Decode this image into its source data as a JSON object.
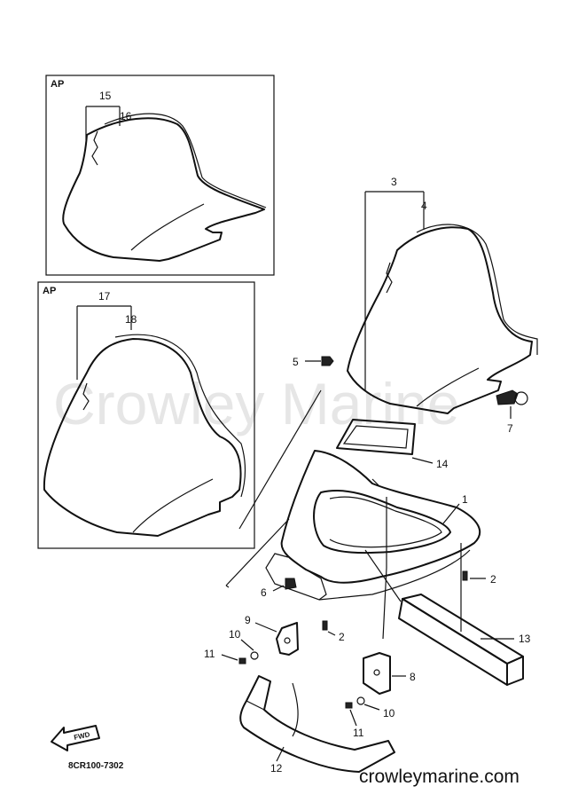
{
  "watermark": "Crowley Marine",
  "panels": [
    {
      "title": "AP",
      "labels": [
        "15",
        "16"
      ]
    },
    {
      "title": "AP",
      "labels": [
        "17",
        "18"
      ]
    }
  ],
  "callouts": {
    "p1": "1",
    "p2a": "2",
    "p2b": "2",
    "p3": "3",
    "p4": "4",
    "p5": "5",
    "p6": "6",
    "p7": "7",
    "p8": "8",
    "p9": "9",
    "p10a": "10",
    "p10b": "10",
    "p11a": "11",
    "p11b": "11",
    "p12": "12",
    "p13": "13",
    "p14": "14"
  },
  "fwd_label": "FWD",
  "drawing_code": "8CR100-7302",
  "website": "crowleymarine.com"
}
